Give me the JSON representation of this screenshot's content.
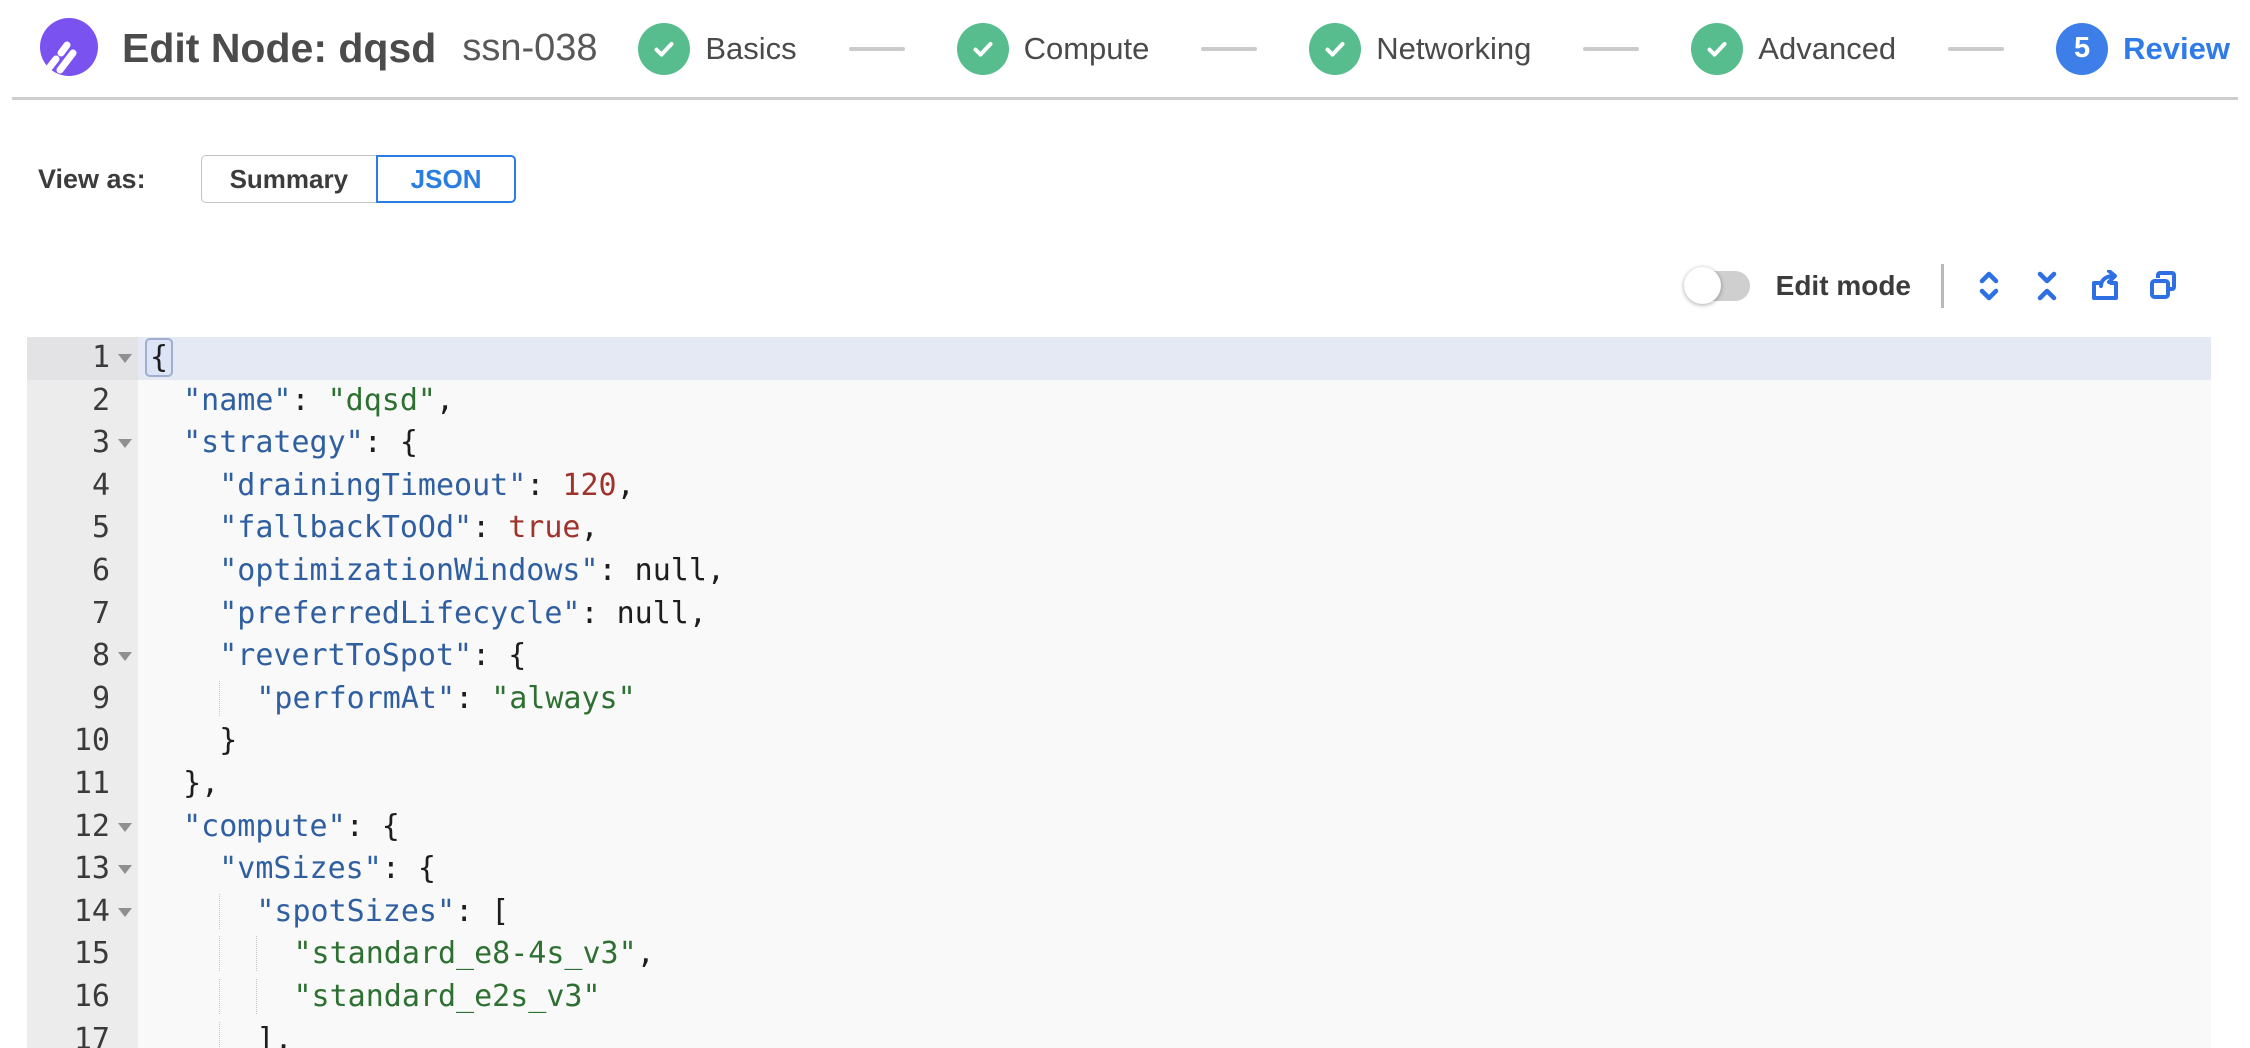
{
  "header": {
    "title": "Edit Node: dqsd",
    "subtitle": "ssn-038",
    "logo": "spot-logo",
    "steps": [
      {
        "label": "Basics",
        "state": "done"
      },
      {
        "label": "Compute",
        "state": "done"
      },
      {
        "label": "Networking",
        "state": "done"
      },
      {
        "label": "Advanced",
        "state": "done"
      },
      {
        "label": "Review",
        "state": "current",
        "number": "5"
      }
    ]
  },
  "view_as": {
    "label": "View as:",
    "options": [
      {
        "label": "Summary",
        "selected": false
      },
      {
        "label": "JSON",
        "selected": true
      }
    ]
  },
  "toolbar": {
    "edit_mode_label": "Edit mode",
    "edit_mode_on": false,
    "icons": [
      "unfold-icon",
      "collapse-icon",
      "export-icon",
      "copy-icon"
    ]
  },
  "colors": {
    "brand_purple": "#7a52f0",
    "step_done_green": "#57bd8e",
    "accent_blue": "#2a7de1",
    "code_key_blue": "#2f5fa0",
    "code_string_green": "#2e7031",
    "code_number_red": "#9e342b",
    "active_line_bg": "#e4e9f4"
  },
  "editor": {
    "lines": [
      {
        "n": 1,
        "fold": true,
        "active": true,
        "segments": [
          {
            "t": "{",
            "c": "punct",
            "bracket": true
          }
        ]
      },
      {
        "n": 2,
        "segments": [
          {
            "t": "  ",
            "c": "ws"
          },
          {
            "t": "\"name\"",
            "c": "key"
          },
          {
            "t": ": ",
            "c": "punct"
          },
          {
            "t": "\"dqsd\"",
            "c": "str"
          },
          {
            "t": ",",
            "c": "punct"
          }
        ]
      },
      {
        "n": 3,
        "fold": true,
        "segments": [
          {
            "t": "  ",
            "c": "ws"
          },
          {
            "t": "\"strategy\"",
            "c": "key"
          },
          {
            "t": ": {",
            "c": "punct"
          }
        ]
      },
      {
        "n": 4,
        "segments": [
          {
            "t": "    ",
            "c": "ws"
          },
          {
            "t": "\"drainingTimeout\"",
            "c": "key"
          },
          {
            "t": ": ",
            "c": "punct"
          },
          {
            "t": "120",
            "c": "num"
          },
          {
            "t": ",",
            "c": "punct"
          }
        ]
      },
      {
        "n": 5,
        "segments": [
          {
            "t": "    ",
            "c": "ws"
          },
          {
            "t": "\"fallbackToOd\"",
            "c": "key"
          },
          {
            "t": ": ",
            "c": "punct"
          },
          {
            "t": "true",
            "c": "bool"
          },
          {
            "t": ",",
            "c": "punct"
          }
        ]
      },
      {
        "n": 6,
        "segments": [
          {
            "t": "    ",
            "c": "ws"
          },
          {
            "t": "\"optimizationWindows\"",
            "c": "key"
          },
          {
            "t": ": ",
            "c": "punct"
          },
          {
            "t": "null",
            "c": "null"
          },
          {
            "t": ",",
            "c": "punct"
          }
        ]
      },
      {
        "n": 7,
        "segments": [
          {
            "t": "    ",
            "c": "ws"
          },
          {
            "t": "\"preferredLifecycle\"",
            "c": "key"
          },
          {
            "t": ": ",
            "c": "punct"
          },
          {
            "t": "null",
            "c": "null"
          },
          {
            "t": ",",
            "c": "punct"
          }
        ]
      },
      {
        "n": 8,
        "fold": true,
        "segments": [
          {
            "t": "    ",
            "c": "ws"
          },
          {
            "t": "\"revertToSpot\"",
            "c": "key"
          },
          {
            "t": ": {",
            "c": "punct"
          }
        ]
      },
      {
        "n": 9,
        "segments": [
          {
            "t": "    ",
            "c": "ws"
          },
          {
            "t": "  ",
            "c": "guide"
          },
          {
            "t": "\"performAt\"",
            "c": "key"
          },
          {
            "t": ": ",
            "c": "punct"
          },
          {
            "t": "\"always\"",
            "c": "str"
          }
        ]
      },
      {
        "n": 10,
        "segments": [
          {
            "t": "    ",
            "c": "ws"
          },
          {
            "t": "}",
            "c": "punct"
          }
        ]
      },
      {
        "n": 11,
        "segments": [
          {
            "t": "  ",
            "c": "ws"
          },
          {
            "t": "},",
            "c": "punct"
          }
        ]
      },
      {
        "n": 12,
        "fold": true,
        "segments": [
          {
            "t": "  ",
            "c": "ws"
          },
          {
            "t": "\"compute\"",
            "c": "key"
          },
          {
            "t": ": {",
            "c": "punct"
          }
        ]
      },
      {
        "n": 13,
        "fold": true,
        "segments": [
          {
            "t": "    ",
            "c": "ws"
          },
          {
            "t": "\"vmSizes\"",
            "c": "key"
          },
          {
            "t": ": {",
            "c": "punct"
          }
        ]
      },
      {
        "n": 14,
        "fold": true,
        "segments": [
          {
            "t": "    ",
            "c": "ws"
          },
          {
            "t": "  ",
            "c": "guide"
          },
          {
            "t": "\"spotSizes\"",
            "c": "key"
          },
          {
            "t": ": [",
            "c": "punct"
          }
        ]
      },
      {
        "n": 15,
        "segments": [
          {
            "t": "    ",
            "c": "ws"
          },
          {
            "t": "  ",
            "c": "guide"
          },
          {
            "t": "  ",
            "c": "guide"
          },
          {
            "t": "\"standard_e8-4s_v3\"",
            "c": "str"
          },
          {
            "t": ",",
            "c": "punct"
          }
        ]
      },
      {
        "n": 16,
        "segments": [
          {
            "t": "    ",
            "c": "ws"
          },
          {
            "t": "  ",
            "c": "guide"
          },
          {
            "t": "  ",
            "c": "guide"
          },
          {
            "t": "\"standard_e2s_v3\"",
            "c": "str"
          }
        ]
      },
      {
        "n": 17,
        "segments": [
          {
            "t": "    ",
            "c": "ws"
          },
          {
            "t": "  ",
            "c": "guide"
          },
          {
            "t": "],",
            "c": "punct"
          }
        ]
      }
    ]
  }
}
